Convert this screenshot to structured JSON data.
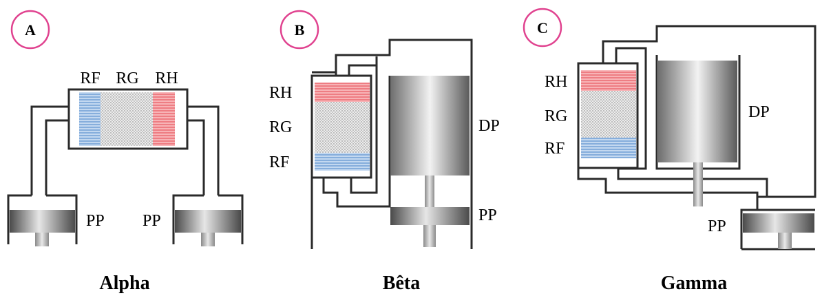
{
  "colors": {
    "badge_ring": "#e0428f",
    "heater": "#f4a0a4",
    "cooler": "#a8c8ea",
    "regenerator": "#dcdcdc",
    "wall": "#2a2a2a"
  },
  "panels": [
    {
      "badge": "A",
      "title": "Alpha",
      "labels": {
        "rf": "RF",
        "rg": "RG",
        "rh": "RH",
        "pp_left": "PP",
        "pp_right": "PP"
      }
    },
    {
      "badge": "B",
      "title": "Bêta",
      "labels": {
        "rh": "RH",
        "rg": "RG",
        "rf": "RF",
        "dp": "DP",
        "pp": "PP"
      }
    },
    {
      "badge": "C",
      "title": "Gamma",
      "labels": {
        "rh": "RH",
        "rg": "RG",
        "rf": "RF",
        "dp": "DP",
        "pp": "PP"
      }
    }
  ]
}
